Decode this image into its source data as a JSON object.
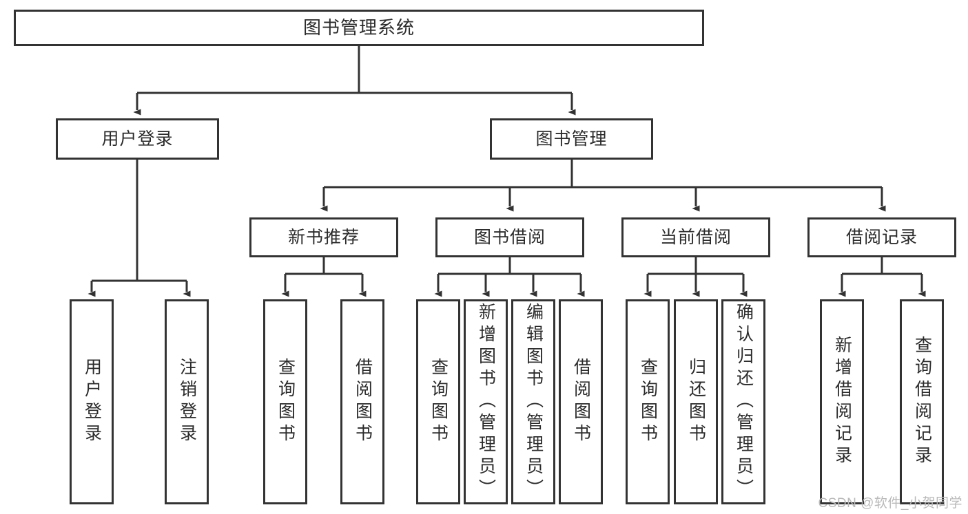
{
  "diagram": {
    "title": "图书管理系统",
    "type": "functional-structure-tree",
    "watermark": "CSDN @软件_小贺同学",
    "colors": {
      "stroke": "#333333",
      "fill": "#ffffff",
      "text": "#2b2b2b",
      "watermark": "#b9b9b9"
    },
    "levels": {
      "root": {
        "label": "图书管理系统"
      },
      "level2": [
        {
          "label": "用户登录"
        },
        {
          "label": "图书管理"
        }
      ],
      "level3": [
        {
          "label": "新书推荐"
        },
        {
          "label": "图书借阅"
        },
        {
          "label": "当前借阅"
        },
        {
          "label": "借阅记录"
        }
      ],
      "leaves": {
        "user_login": [
          {
            "label": "用户登录"
          },
          {
            "label": "注销登录"
          }
        ],
        "new_book_recommend": [
          {
            "label": "查询图书"
          },
          {
            "label": "借阅图书"
          }
        ],
        "book_borrow": [
          {
            "label": "查询图书"
          },
          {
            "label": "新增图书（管理员）"
          },
          {
            "label": "编辑图书（管理员）"
          },
          {
            "label": "借阅图书"
          }
        ],
        "current_borrow": [
          {
            "label": "查询图书"
          },
          {
            "label": "归还图书"
          },
          {
            "label": "确认归还（管理员）"
          }
        ],
        "borrow_record": [
          {
            "label": "新增借阅记录"
          },
          {
            "label": "查询借阅记录"
          }
        ]
      }
    }
  }
}
